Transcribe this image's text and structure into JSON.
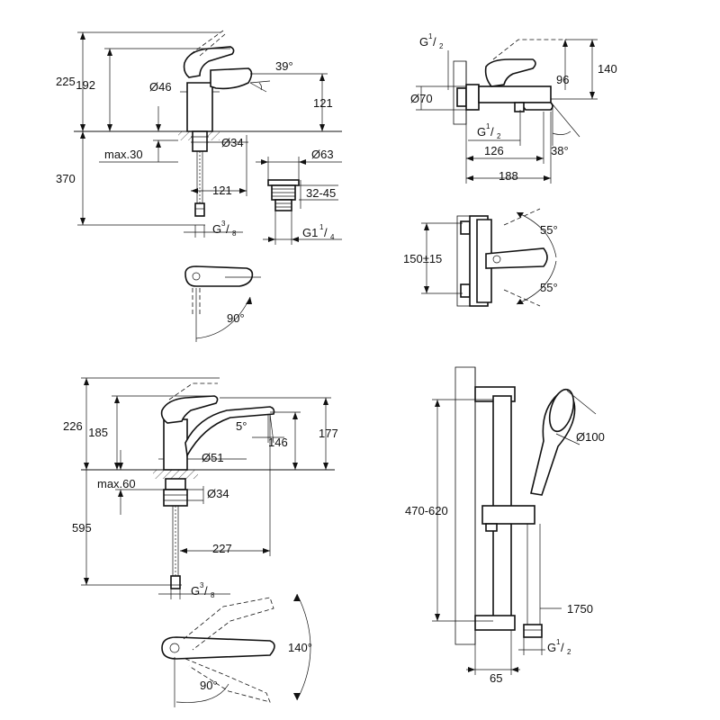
{
  "basin_mixer": {
    "dim_225": "225",
    "dim_192": "192",
    "dim_dia46": "Ø46",
    "dim_39deg": "39°",
    "dim_121_height": "121",
    "dim_max30": "max.30",
    "dim_dia34": "Ø34",
    "dim_370": "370",
    "dim_121_reach": "121",
    "dim_g38_prefix": "G",
    "dim_g38_sup": "3",
    "dim_g38_sub": "8",
    "dim_90deg": "90°"
  },
  "pop_up_waste": {
    "dim_dia63": "Ø63",
    "dim_32_45": "32-45",
    "dim_g114_prefix": "G1",
    "dim_g114_sup": "1",
    "dim_g114_sub": "4"
  },
  "bath_mixer": {
    "dim_g12_top_prefix": "G",
    "dim_g12_top_sup": "1",
    "dim_g12_top_sub": "2",
    "dim_140": "140",
    "dim_96": "96",
    "dim_dia70": "Ø70",
    "dim_g12_mid_prefix": "G",
    "dim_g12_mid_sup": "1",
    "dim_g12_mid_sub": "2",
    "dim_126": "126",
    "dim_38deg": "38°",
    "dim_188": "188",
    "dim_150_15": "150±15",
    "dim_55deg_top": "55°",
    "dim_55deg_bottom": "55°"
  },
  "kitchen_mixer": {
    "dim_226": "226",
    "dim_185": "185",
    "dim_5deg": "5°",
    "dim_146": "146",
    "dim_177": "177",
    "dim_dia51": "Ø51",
    "dim_max60": "max.60",
    "dim_dia34": "Ø34",
    "dim_595": "595",
    "dim_227": "227",
    "dim_g38_prefix": "G",
    "dim_g38_sup": "3",
    "dim_g38_sub": "8",
    "dim_140deg": "140°",
    "dim_90deg": "90°"
  },
  "shower_set": {
    "dim_dia100": "Ø100",
    "dim_470_620": "470-620",
    "dim_1750": "1750",
    "dim_65": "65",
    "dim_g12_prefix": "G",
    "dim_g12_sup": "1",
    "dim_g12_sub": "2"
  }
}
